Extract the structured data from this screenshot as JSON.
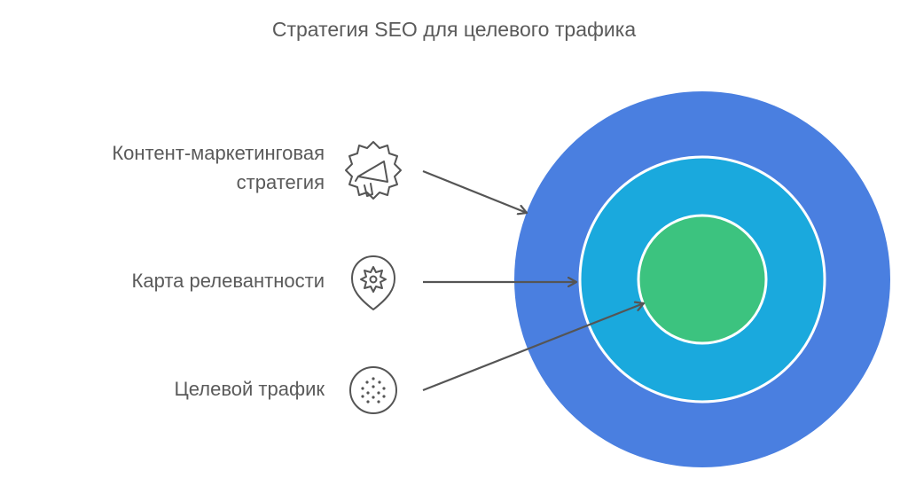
{
  "title": "Стратегия SEO для целевого трафика",
  "items": [
    {
      "line1": "Контент-маркетинговая",
      "line2": "стратегия",
      "icon": "megaphone-icon"
    },
    {
      "line1": "Карта релевантности",
      "icon": "gear-pin-icon"
    },
    {
      "line1": "Целевой трафик",
      "icon": "dots-circle-icon"
    }
  ],
  "colors": {
    "outer": "#4a7fe0",
    "middle": "#1aa9dd",
    "inner": "#3cc37f",
    "text": "#5a5a5a",
    "lines": "#555555"
  }
}
